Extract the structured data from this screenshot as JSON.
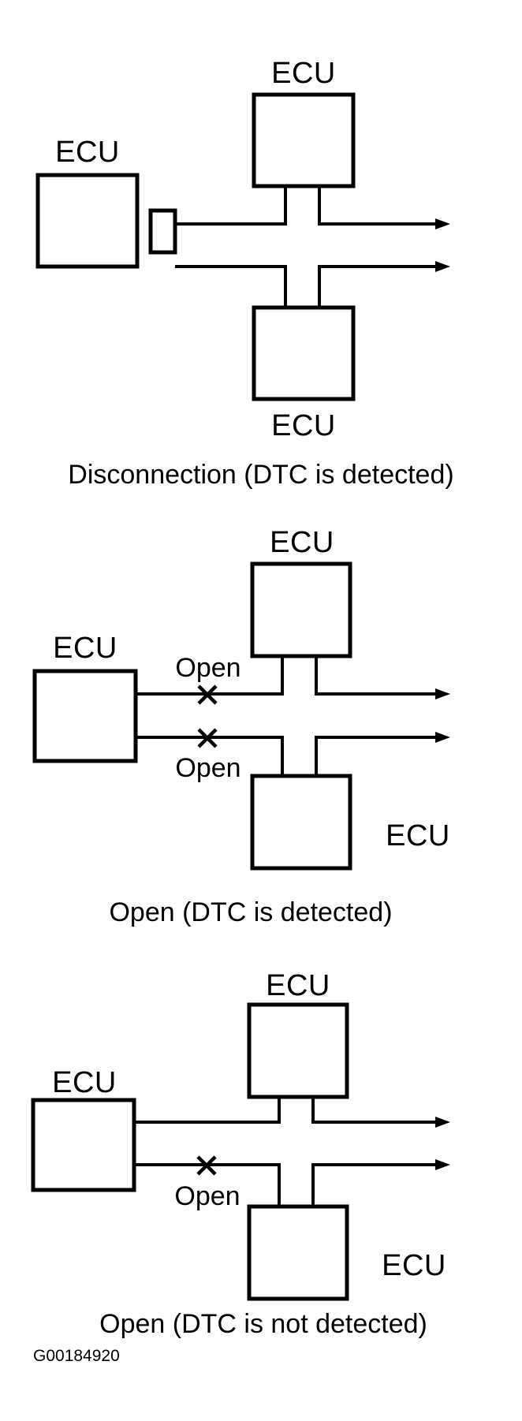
{
  "figure": {
    "figure_code": "G00184920",
    "background_color": "#ffffff",
    "line_color": "#000000",
    "panels": [
      {
        "id": "panel-disconnection",
        "caption": "Disconnection (DTC is detected)",
        "left_ecu_label": "ECU",
        "top_ecu_label": "ECU",
        "bottom_ecu_label": "ECU",
        "has_connector": true,
        "fault_markers": []
      },
      {
        "id": "panel-open-detected",
        "caption": "Open (DTC is detected)",
        "left_ecu_label": "ECU",
        "top_ecu_label": "ECU",
        "bottom_ecu_label": "ECU",
        "has_connector": false,
        "fault_markers": [
          {
            "label": "Open",
            "on_line": "upper",
            "label_position": "above"
          },
          {
            "label": "Open",
            "on_line": "lower",
            "label_position": "below"
          }
        ]
      },
      {
        "id": "panel-open-not-detected",
        "caption": "Open (DTC is not detected)",
        "left_ecu_label": "ECU",
        "top_ecu_label": "ECU",
        "bottom_ecu_label": "ECU",
        "has_connector": false,
        "fault_markers": [
          {
            "label": "Open",
            "on_line": "lower",
            "label_position": "below"
          }
        ]
      }
    ]
  },
  "p1": {
    "top_ecu": "ECU",
    "left_ecu": "ECU",
    "bottom_ecu": "ECU",
    "caption": "Disconnection (DTC is detected)"
  },
  "p2": {
    "top_ecu": "ECU",
    "left_ecu": "ECU",
    "bottom_ecu": "ECU",
    "open_upper": "Open",
    "open_lower": "Open",
    "caption": "Open (DTC is detected)"
  },
  "p3": {
    "top_ecu": "ECU",
    "left_ecu": "ECU",
    "bottom_ecu": "ECU",
    "open_lower": "Open",
    "caption": "Open (DTC is not detected)"
  },
  "footer": {
    "figure_code": "G00184920"
  }
}
